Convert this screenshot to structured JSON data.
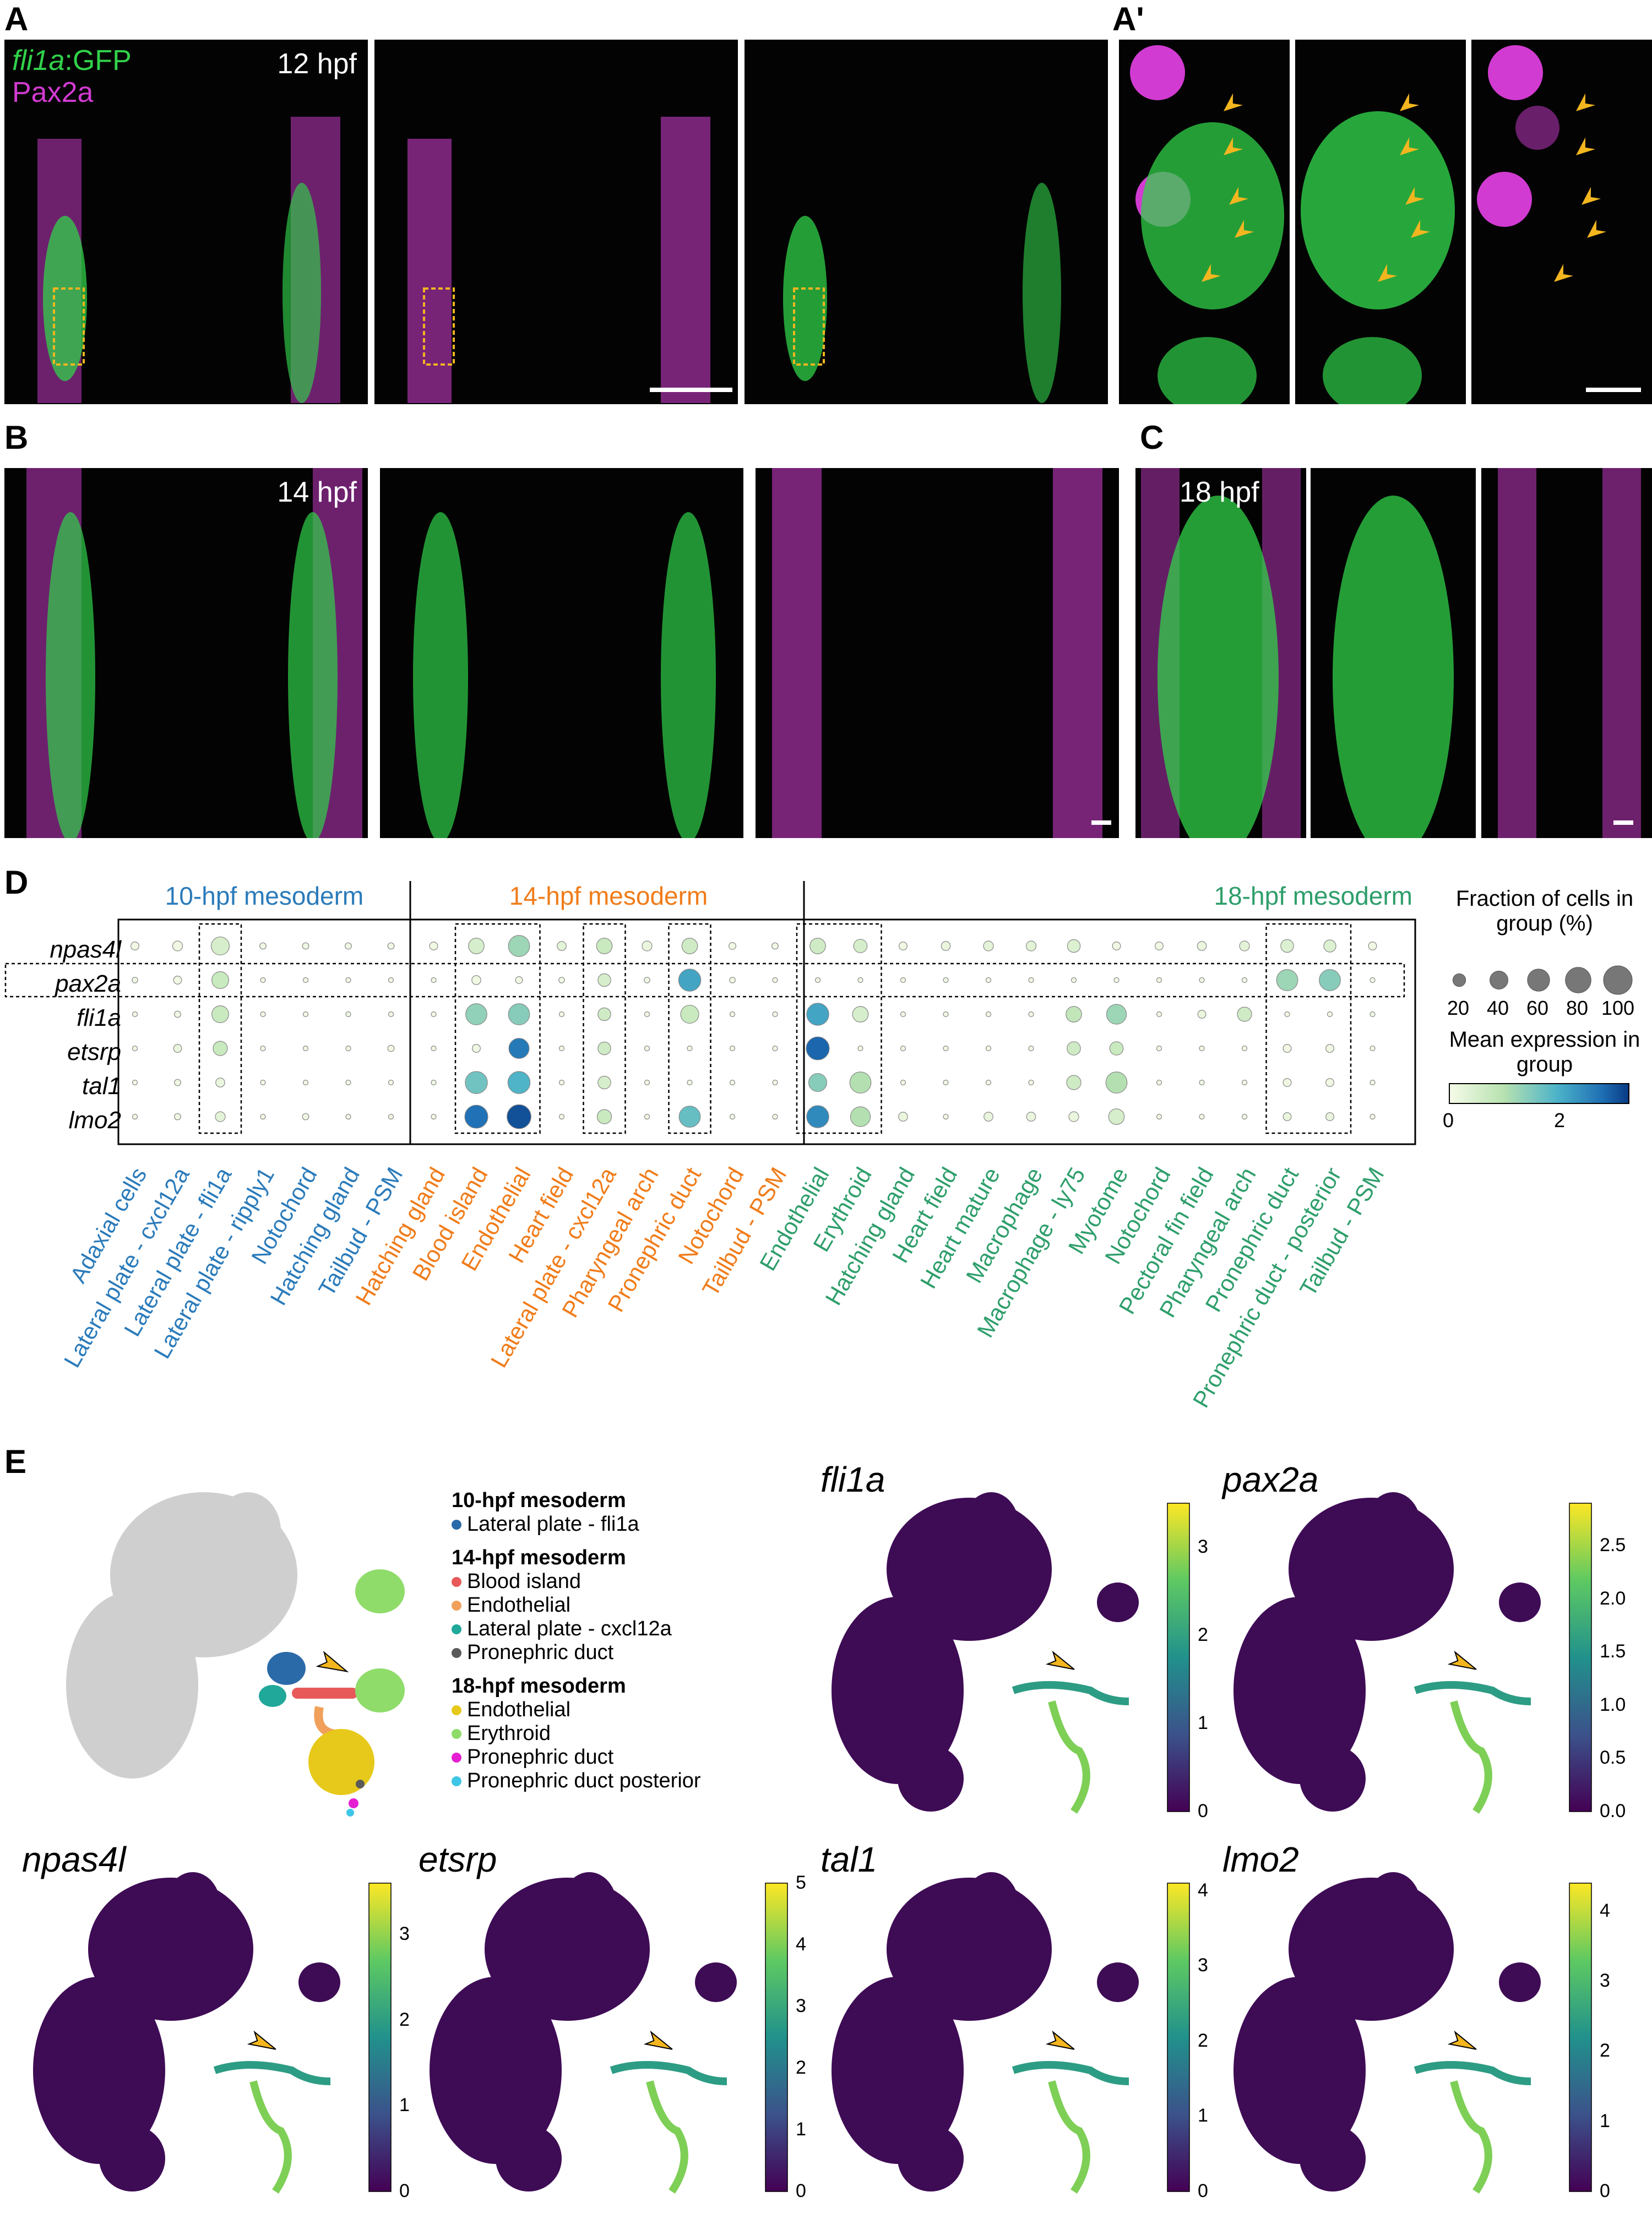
{
  "panel_labels": {
    "A": "A",
    "A_prime": "A'",
    "B": "B",
    "C": "C",
    "D": "D",
    "E": "E"
  },
  "panel_a": {
    "channel1_gene": "fli1a",
    "channel1_suffix": ":GFP",
    "channel2": "Pax2a",
    "stage": "12 hpf"
  },
  "panel_b": {
    "stage": "14 hpf"
  },
  "panel_c": {
    "stage": "18 hpf"
  },
  "colors": {
    "green": "#31d14a",
    "magenta": "#d13bd1",
    "arrow": "#f3b61f",
    "group10": "#2b7bba",
    "group14": "#f07c1a",
    "group18": "#2e9e6b"
  },
  "dotplot": {
    "groups": [
      {
        "label": "10-hpf mesoderm",
        "color": "#2b7bba"
      },
      {
        "label": "14-hpf mesoderm",
        "color": "#f07c1a"
      },
      {
        "label": "18-hpf mesoderm",
        "color": "#2e9e6b"
      }
    ],
    "genes": [
      "npas4l",
      "pax2a",
      "fli1a",
      "etsrp",
      "tal1",
      "lmo2"
    ],
    "categories": [
      {
        "label": "Adaxial cells",
        "group": 0
      },
      {
        "label": "Lateral plate - cxcl12a",
        "group": 0
      },
      {
        "label": "Lateral plate - fli1a",
        "group": 0
      },
      {
        "label": "Lateral plate - ripply1",
        "group": 0
      },
      {
        "label": "Notochord",
        "group": 0
      },
      {
        "label": "Hatching gland",
        "group": 0
      },
      {
        "label": "Tailbud - PSM",
        "group": 0
      },
      {
        "label": "Hatching gland",
        "group": 1
      },
      {
        "label": "Blood island",
        "group": 1
      },
      {
        "label": "Endothelial",
        "group": 1
      },
      {
        "label": "Heart field",
        "group": 1
      },
      {
        "label": "Lateral plate - cxcl12a",
        "group": 1
      },
      {
        "label": "Pharyngeal arch",
        "group": 1
      },
      {
        "label": "Pronephric duct",
        "group": 1
      },
      {
        "label": "Notochord",
        "group": 1
      },
      {
        "label": "Tailbud - PSM",
        "group": 1
      },
      {
        "label": "Endothelial",
        "group": 2
      },
      {
        "label": "Erythroid",
        "group": 2
      },
      {
        "label": "Hatching gland",
        "group": 2
      },
      {
        "label": "Heart field",
        "group": 2
      },
      {
        "label": "Heart mature",
        "group": 2
      },
      {
        "label": "Macrophage",
        "group": 2
      },
      {
        "label": "Macrophage - ly75",
        "group": 2
      },
      {
        "label": "Myotome",
        "group": 2
      },
      {
        "label": "Notochord",
        "group": 2
      },
      {
        "label": "Pectoral fin field",
        "group": 2
      },
      {
        "label": "Pharyngeal arch",
        "group": 2
      },
      {
        "label": "Pronephric duct",
        "group": 2
      },
      {
        "label": "Pronephric duct - posterior",
        "group": 2
      },
      {
        "label": "Tailbud - PSM",
        "group": 2
      }
    ],
    "fraction": [
      [
        8,
        12,
        40,
        5,
        5,
        5,
        5,
        8,
        30,
        55,
        10,
        30,
        12,
        30,
        6,
        5,
        30,
        22,
        8,
        10,
        12,
        12,
        20,
        8,
        8,
        10,
        12,
        20,
        18,
        8
      ],
      [
        4,
        8,
        35,
        3,
        3,
        3,
        3,
        3,
        10,
        6,
        4,
        20,
        4,
        60,
        4,
        3,
        3,
        3,
        3,
        3,
        3,
        3,
        3,
        3,
        3,
        3,
        3,
        55,
        55,
        3
      ],
      [
        3,
        5,
        35,
        3,
        3,
        3,
        3,
        3,
        55,
        55,
        3,
        20,
        3,
        40,
        3,
        3,
        60,
        30,
        3,
        3,
        3,
        3,
        30,
        48,
        3,
        8,
        25,
        3,
        3,
        3
      ],
      [
        3,
        8,
        25,
        3,
        3,
        3,
        5,
        3,
        8,
        50,
        3,
        20,
        3,
        3,
        3,
        3,
        65,
        3,
        3,
        3,
        3,
        3,
        22,
        22,
        3,
        3,
        3,
        8,
        8,
        3
      ],
      [
        3,
        5,
        10,
        3,
        3,
        3,
        3,
        3,
        60,
        60,
        3,
        20,
        3,
        3,
        3,
        3,
        40,
        55,
        3,
        3,
        3,
        3,
        25,
        55,
        3,
        3,
        3,
        8,
        8,
        3
      ],
      [
        3,
        5,
        12,
        3,
        5,
        3,
        3,
        3,
        65,
        70,
        3,
        25,
        3,
        55,
        3,
        3,
        60,
        48,
        10,
        3,
        10,
        10,
        12,
        30,
        3,
        3,
        3,
        8,
        8,
        3
      ]
    ],
    "expression": [
      [
        0.1,
        0.1,
        0.5,
        0.1,
        0.1,
        0.1,
        0.1,
        0.1,
        0.5,
        1.2,
        0.3,
        0.7,
        0.2,
        0.6,
        0.1,
        0.1,
        0.6,
        0.5,
        0.1,
        0.2,
        0.3,
        0.3,
        0.4,
        0.1,
        0.1,
        0.2,
        0.3,
        0.4,
        0.4,
        0.1
      ],
      [
        0.1,
        0.1,
        0.7,
        0.1,
        0.1,
        0.1,
        0.1,
        0.1,
        0.1,
        0.1,
        0.1,
        0.5,
        0.1,
        2.1,
        0.1,
        0.1,
        0.1,
        0.1,
        0.1,
        0.1,
        0.1,
        0.1,
        0.1,
        0.1,
        0.1,
        0.1,
        0.1,
        1.2,
        1.4,
        0.1
      ],
      [
        0.1,
        0.1,
        0.7,
        0.1,
        0.1,
        0.1,
        0.1,
        0.1,
        1.3,
        1.4,
        0.1,
        0.6,
        0.1,
        0.7,
        0.1,
        0.1,
        2.1,
        0.5,
        0.1,
        0.1,
        0.1,
        0.1,
        0.8,
        1.2,
        0.1,
        0.2,
        0.6,
        0.1,
        0.1,
        0.1
      ],
      [
        0.1,
        0.2,
        0.7,
        0.1,
        0.1,
        0.1,
        0.1,
        0.1,
        0.1,
        2.6,
        0.1,
        0.6,
        0.1,
        0.1,
        0.1,
        0.1,
        2.8,
        0.1,
        0.1,
        0.1,
        0.1,
        0.1,
        0.6,
        0.7,
        0.1,
        0.1,
        0.1,
        0.1,
        0.1,
        0.1
      ],
      [
        0.1,
        0.1,
        0.2,
        0.1,
        0.1,
        0.1,
        0.1,
        0.1,
        1.6,
        1.9,
        0.1,
        0.5,
        0.1,
        0.1,
        0.1,
        0.1,
        1.4,
        1.0,
        0.1,
        0.1,
        0.1,
        0.1,
        0.6,
        1.0,
        0.1,
        0.1,
        0.1,
        0.1,
        0.1,
        0.1
      ],
      [
        0.1,
        0.1,
        0.3,
        0.1,
        0.1,
        0.1,
        0.1,
        0.1,
        2.7,
        3.0,
        0.1,
        0.7,
        0.1,
        1.7,
        0.1,
        0.1,
        2.4,
        1.0,
        0.2,
        0.1,
        0.2,
        0.2,
        0.2,
        0.5,
        0.1,
        0.1,
        0.1,
        0.2,
        0.2,
        0.1
      ]
    ],
    "highlight_boxes": [
      {
        "from": 2,
        "to": 2
      },
      {
        "from": 8,
        "to": 9
      },
      {
        "from": 11,
        "to": 11
      },
      {
        "from": 13,
        "to": 13
      },
      {
        "from": 16,
        "to": 17
      },
      {
        "from": 27,
        "to": 28
      }
    ],
    "highlight_rows": [
      1
    ],
    "size_legend": {
      "title": "Fraction of cells in group (%)",
      "ticks": [
        "20",
        "40",
        "60",
        "80",
        "100"
      ]
    },
    "color_legend": {
      "title": "Mean expression in group",
      "ticks": [
        "0",
        "2"
      ],
      "range": [
        0,
        3.2
      ]
    }
  },
  "umap_legend": {
    "sections": [
      {
        "header": "10-hpf mesoderm",
        "items": [
          {
            "label": "Lateral plate - fli1a",
            "color": "#2b6aa8"
          }
        ]
      },
      {
        "header": "14-hpf mesoderm",
        "items": [
          {
            "label": "Blood island",
            "color": "#e85a5a"
          },
          {
            "label": "Endothelial",
            "color": "#f0a05a"
          },
          {
            "label": "Lateral plate - cxcl12a",
            "color": "#20a89a"
          },
          {
            "label": "Pronephric duct",
            "color": "#5a5a5a"
          }
        ]
      },
      {
        "header": "18-hpf mesoderm",
        "items": [
          {
            "label": "Endothelial",
            "color": "#e6c91a"
          },
          {
            "label": "Erythroid",
            "color": "#8fdc6a"
          },
          {
            "label": "Pronephric duct",
            "color": "#e61ed2"
          },
          {
            "label": "Pronephric duct posterior",
            "color": "#3ec6e6"
          }
        ]
      }
    ]
  },
  "feature_plots": [
    {
      "gene": "fli1a",
      "ticks": [
        "0",
        "1",
        "2",
        "3"
      ],
      "max": 3.5
    },
    {
      "gene": "pax2a",
      "ticks": [
        "0.0",
        "0.5",
        "1.0",
        "1.5",
        "2.0",
        "2.5"
      ],
      "max": 2.9
    },
    {
      "gene": "npas4l",
      "ticks": [
        "0",
        "1",
        "2",
        "3"
      ],
      "max": 3.6
    },
    {
      "gene": "etsrp",
      "ticks": [
        "0",
        "1",
        "2",
        "3",
        "4",
        "5"
      ],
      "max": 5.0
    },
    {
      "gene": "tal1",
      "ticks": [
        "0",
        "1",
        "2",
        "3",
        "4"
      ],
      "max": 4.1
    },
    {
      "gene": "lmo2",
      "ticks": [
        "0",
        "1",
        "2",
        "3",
        "4"
      ],
      "max": 4.4
    }
  ]
}
